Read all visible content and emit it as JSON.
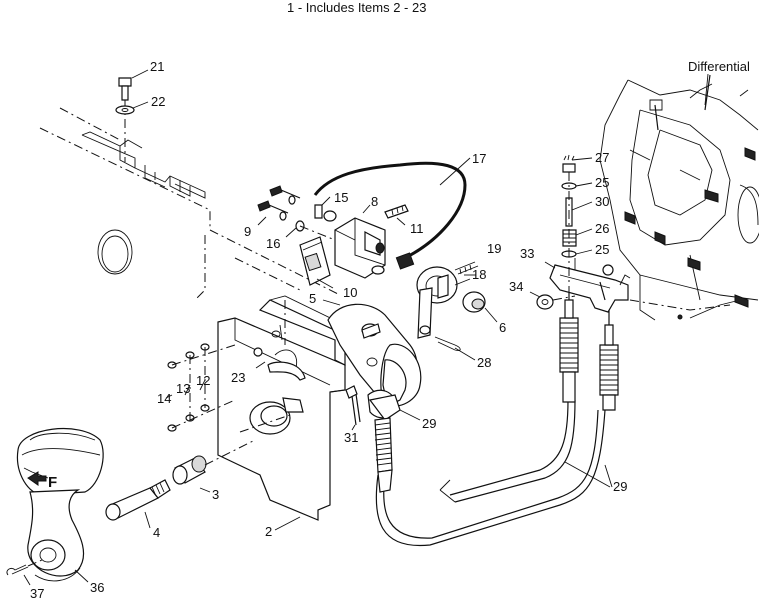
{
  "header": {
    "title": "1 - Includes Items 2 - 23"
  },
  "callout_labels": {
    "differential": "Differential",
    "knob_letter": "F",
    "n2": "2",
    "n3": "3",
    "n4": "4",
    "n5": "5",
    "n6": "6",
    "n8": "8",
    "n9": "9",
    "n10": "10",
    "n11": "11",
    "n12": "12",
    "n13": "13",
    "n14": "14",
    "n15": "15",
    "n16": "16",
    "n17": "17",
    "n18": "18",
    "n19": "19",
    "n21": "21",
    "n22": "22",
    "n23": "23",
    "n25a": "25",
    "n25b": "25",
    "n26": "26",
    "n27": "27",
    "n28": "28",
    "n29a": "29",
    "n29b": "29",
    "n30": "30",
    "n31": "31",
    "n33": "33",
    "n34": "34",
    "n36": "36",
    "n37": "37"
  }
}
